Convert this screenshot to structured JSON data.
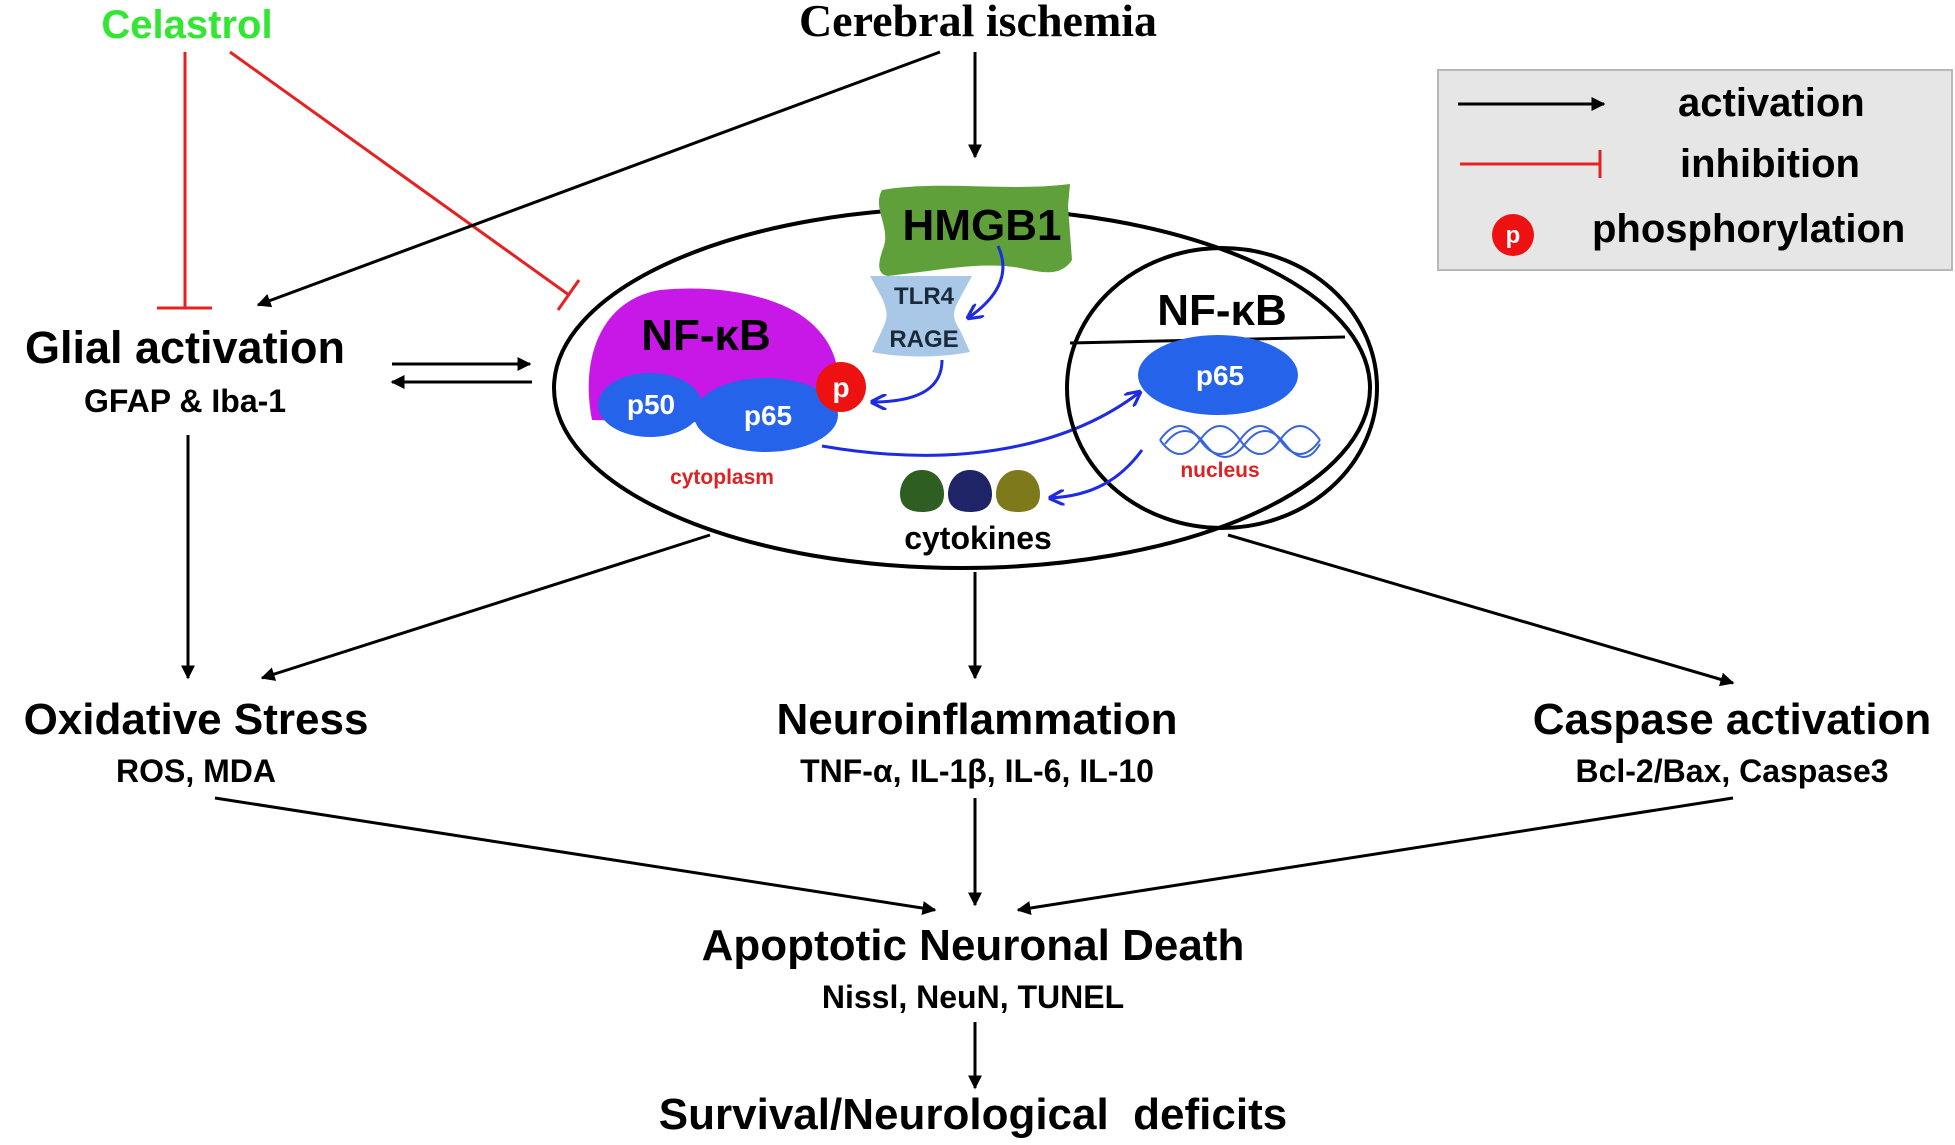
{
  "top": {
    "celastrol": "Celastrol",
    "cerebral_ischemia": "Cerebral ischemia"
  },
  "legend": {
    "activation": "activation",
    "inhibition": "inhibition",
    "phosphorylation_symbol": "p",
    "phosphorylation": "phosphorylation"
  },
  "glial": {
    "title": "Glial activation",
    "markers": "GFAP & Iba-1"
  },
  "cell": {
    "hmgb1": "HMGB1",
    "tlr4": "TLR4",
    "rage": "RAGE",
    "nfkb_cyto": "NF-κB",
    "p50": "p50",
    "p65_cyto": "p65",
    "p_symbol": "p",
    "cytoplasm": "cytoplasm",
    "nfkb_nuc": "NF-κB",
    "p65_nuc": "p65",
    "nucleus": "nucleus",
    "cytokines": "cytokines"
  },
  "outcomes": {
    "oxidative_title": "Oxidative Stress",
    "oxidative_markers": "ROS, MDA",
    "neuro_title": "Neuroinflammation",
    "neuro_markers": "TNF-α, IL-1β, IL-6, IL-10",
    "caspase_title": "Caspase activation",
    "caspase_markers": "Bcl-2/Bax, Caspase3",
    "apoptotic_title": "Apoptotic Neuronal Death",
    "apoptotic_markers": "Nissl, NeuN, TUNEL",
    "survival": "Survival/Neurological  deficits"
  },
  "colors": {
    "celastrol": "#33e633",
    "inhibition": "#e52222",
    "activation": "#000000",
    "translocation": "#1f2be0",
    "hmgb1": "#5fa03a",
    "receptor": "#a9c8e8",
    "nfkb": "#c818e8",
    "subunit": "#2563eb",
    "phospho": "#ee1111",
    "label_red": "#dd2222",
    "legend_bg": "#e6e6e6"
  }
}
